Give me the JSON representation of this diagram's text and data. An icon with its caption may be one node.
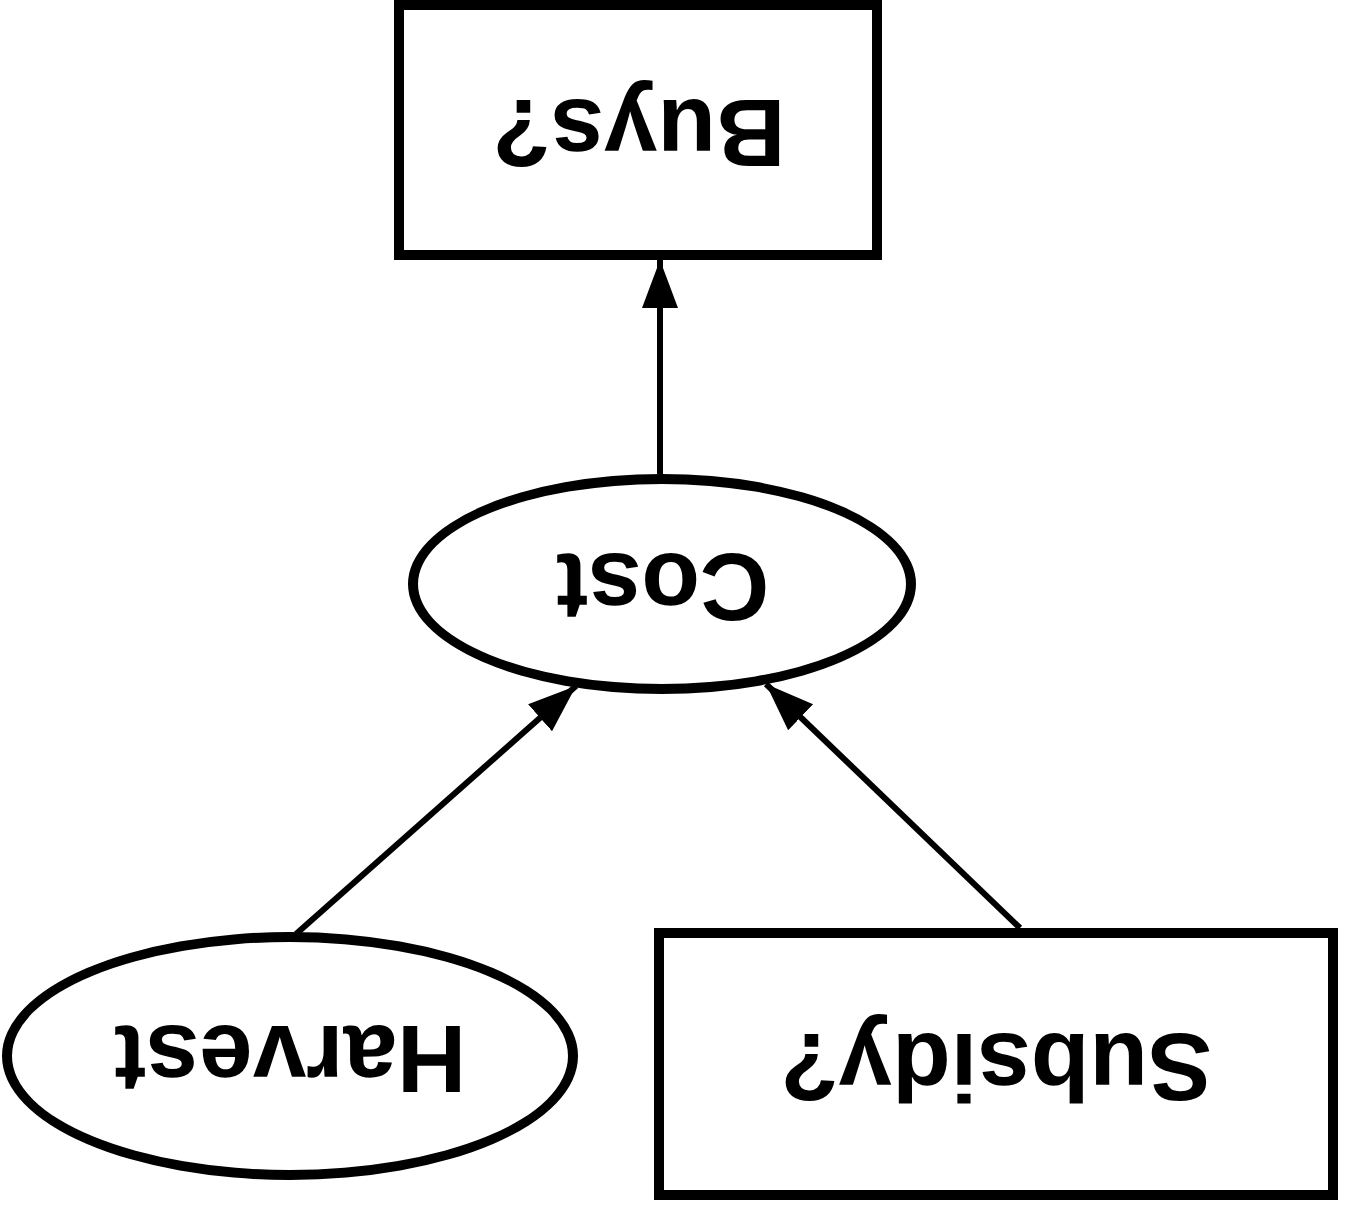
{
  "diagram": {
    "nodes": [
      {
        "text": [
          "Buys?"
        ]
      },
      {
        "text": [
          "Cost"
        ]
      },
      {
        "text": [
          "Harvest"
        ]
      },
      {
        "text": [
          "Subsidy?"
        ]
      }
    ],
    "edges": [
      {
        "from": 1,
        "to": 0,
        "arrow": "to"
      },
      {
        "from": 2,
        "to": 1,
        "arrow": "to"
      },
      {
        "from": 3,
        "to": 1,
        "arrow": "to"
      }
    ]
  }
}
